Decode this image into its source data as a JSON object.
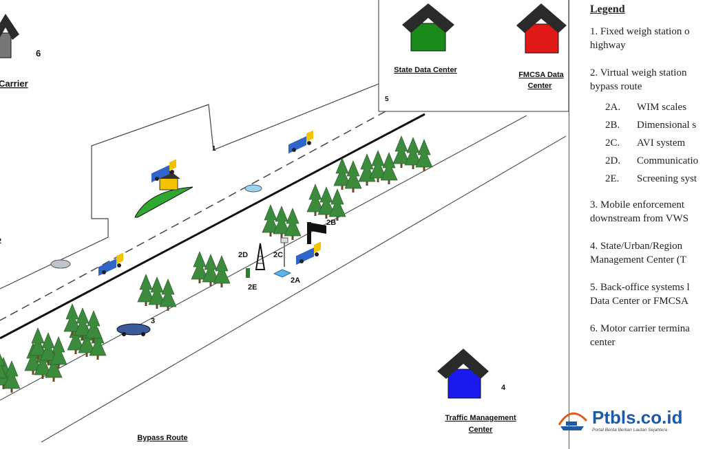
{
  "labels": {
    "num1": "1",
    "num2b": "2B",
    "num2c": "2C",
    "num2d": "2D",
    "num2e": "2E",
    "num2a": "2A",
    "num3": "3",
    "num4": "4",
    "num5": "5",
    "num6": "6",
    "num2edge": "2",
    "motor_carrier": "Carrier",
    "state_data_center": "State Data Center",
    "fmcsa_line1": "FMCSA Data",
    "fmcsa_line2": "Center",
    "traffic_line1": "Traffic Management",
    "traffic_line2": "Center",
    "bypass_route": "Bypass Route"
  },
  "colors": {
    "state_data_center": "#1a8a1a",
    "fmcsa_data_center": "#e01818",
    "traffic_management_center": "#1a1aee",
    "roof": "#2a2a2a",
    "trees": "#3c8a3c",
    "truck_cab": "#f2c400",
    "truck_box": "#2f64c8"
  },
  "legend": {
    "title": "Legend",
    "item1": "1. Fixed weigh station o",
    "item1b": "highway",
    "item2": "2. Virtual weigh station",
    "item2b": "bypass route",
    "sub": [
      {
        "code": "2A.",
        "text": "WIM scales"
      },
      {
        "code": "2B.",
        "text": "Dimensional s"
      },
      {
        "code": "2C.",
        "text": "AVI system"
      },
      {
        "code": "2D.",
        "text": "Communicatio"
      },
      {
        "code": "2E.",
        "text": "Screening syst"
      }
    ],
    "item3": "3. Mobile enforcement",
    "item3b": "downstream from VWS",
    "item4": "4. State/Urban/Region",
    "item4b": "Management Center (T",
    "item5": "5. Back-office systems l",
    "item5b": "Data Center or FMCSA",
    "item6": "6. Motor carrier termina",
    "item6b": "center"
  },
  "watermark": {
    "name": "Ptbls.co.id",
    "tagline": "Portal Berita Berlian Lautan Sejahtera"
  }
}
